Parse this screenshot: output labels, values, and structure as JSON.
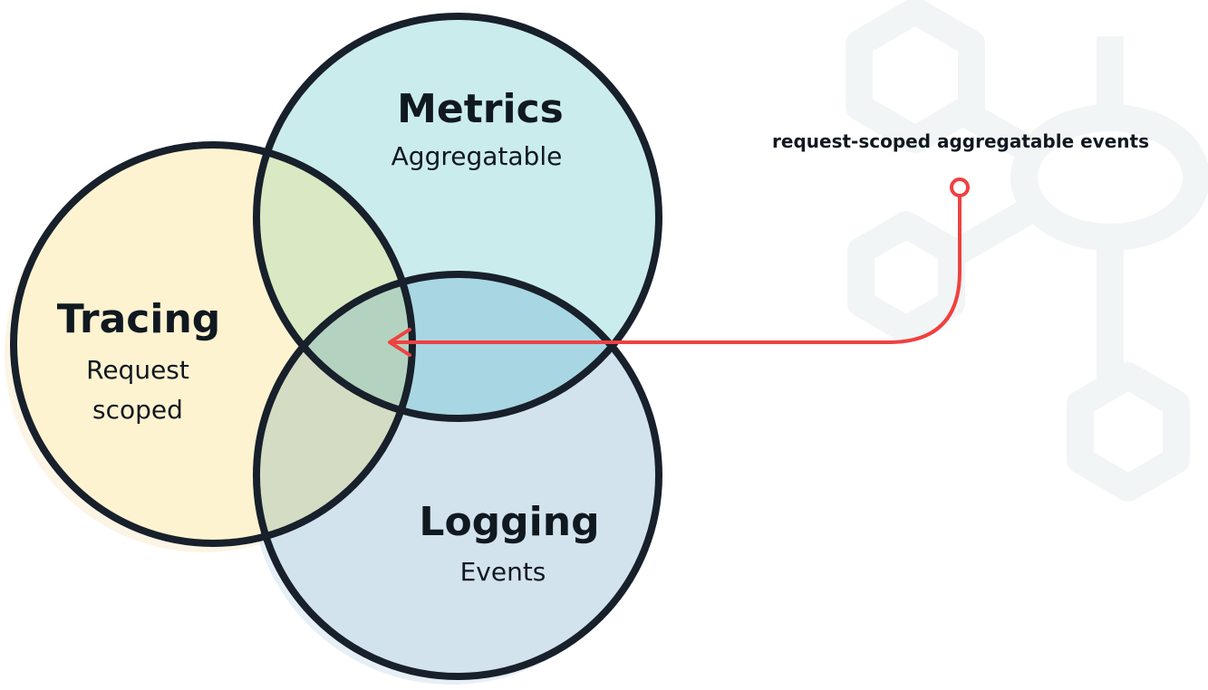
{
  "diagram": {
    "sets": {
      "metrics": {
        "title": "Metrics",
        "subtitle": "Aggregatable",
        "color": "#cbeced"
      },
      "tracing": {
        "title": "Tracing",
        "subtitle_line1": "Request",
        "subtitle_line2": "scoped",
        "color": "#fdf3d0"
      },
      "logging": {
        "title": "Logging",
        "subtitle": "Events",
        "color": "#d3e3ee"
      }
    },
    "intersection_label": "request-scoped aggregatable events",
    "colors": {
      "outline": "#17202b",
      "arrow": "#ef4141",
      "background_icon": "#f2f5f6",
      "overlap_tracing_metrics": "#d8e9c3",
      "overlap_metrics_logging": "#a9d6e3",
      "overlap_tracing_logging": "#d5dcc4",
      "overlap_center": "#b3d3c0"
    },
    "background_icon": "network-graph-icon"
  }
}
